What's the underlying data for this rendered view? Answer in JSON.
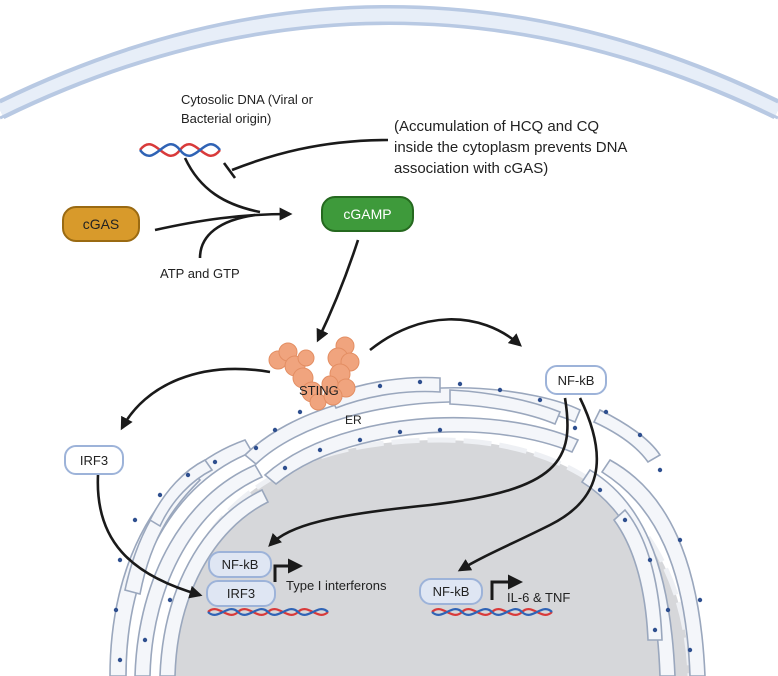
{
  "labels": {
    "cytosolic_dna_line1": "Cytosolic DNA (Viral or",
    "cytosolic_dna_line2": "Bacterial origin)",
    "hcq_line1": "(Accumulation of HCQ and CQ",
    "hcq_line2": "inside the cytoplasm prevents DNA",
    "hcq_line3": "association with cGAS)",
    "atp_gtp": "ATP and GTP",
    "sting": "STING",
    "er": "ER",
    "type_i_interferons": "Type I interferons",
    "il6_tnf": "IL-6 & TNF"
  },
  "nodes": {
    "cgas": "cGAS",
    "cgamp": "cGAMP",
    "nfkb_cyto": "NF-kB",
    "irf3_cyto": "IRF3",
    "nfkb_nuc1": "NF-kB",
    "irf3_nuc": "IRF3",
    "nfkb_nuc2": "NF-kB"
  },
  "colors": {
    "membrane": "#c9d7ec",
    "nucleus": "#d6d7da",
    "er_fill": "#f4f6fa",
    "er_stroke": "#9aa7bd",
    "ribosome": "#2e4f8f",
    "dna_red": "#d93a3a",
    "dna_blue": "#2f63b5",
    "sting": "#f0a47e",
    "arrow": "#1a1a1a"
  }
}
